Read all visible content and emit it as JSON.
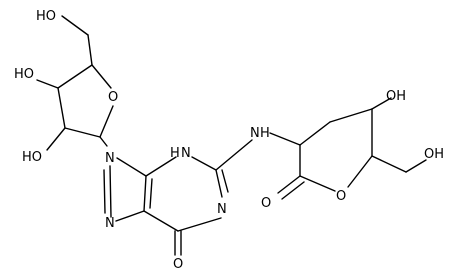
{
  "diagram_type": "skeletal-structural-formula",
  "labels": {
    "ho_ch2_ribose": "HO",
    "ho_c3_ribose": "HO",
    "ho_c2_ribose": "HO",
    "o_ribose": "O",
    "n9": "N",
    "n3h": "H",
    "n3": "N",
    "n7": "N",
    "n1": "N",
    "o6": "O",
    "nh_link_n": "N",
    "nh_link_h": "H",
    "oh_lactone": "OH",
    "oh_ch2_lactone": "OH",
    "o_ring_lactone": "O",
    "o_carbonyl": "O"
  }
}
